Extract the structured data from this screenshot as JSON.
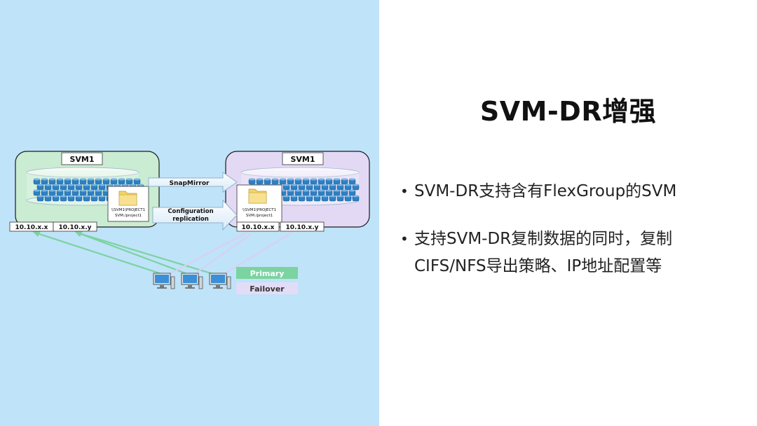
{
  "slide": {
    "title": "SVM-DR增强",
    "bullets": [
      "SVM-DR支持含有FlexGroup的SVM",
      "支持SVM-DR复制数据的同时，复制CIFS/NFS导出策略、IP地址配置等"
    ]
  },
  "diagram": {
    "source_svm_label": "SVM1",
    "dest_svm_label": "SVM1",
    "source_path_line1": "\\\\SVM1\\PROJECT1",
    "source_path_line2": "SVM:/project1",
    "dest_path_line1": "\\\\SVM1\\PROJECT1",
    "dest_path_line2": "SVM:/project1",
    "arrow_snapmirror": "SnapMirror",
    "arrow_config_line1": "Configuration",
    "arrow_config_line2": "replication",
    "source_ip_x": "10.10.x.x",
    "source_ip_y": "10.10.x.y",
    "dest_ip_x": "10.10.x.x",
    "dest_ip_y": "10.10.x.y",
    "legend_primary": "Primary",
    "legend_failover": "Failover"
  },
  "colors": {
    "left_background": "#bfe3f9",
    "source_svm_fill": "#c9ecd2",
    "dest_svm_fill": "#e3d9f5",
    "primary_line": "#7bd3a0",
    "failover_line": "#d8d0f2",
    "disk_blue": "#2f7fc1"
  }
}
